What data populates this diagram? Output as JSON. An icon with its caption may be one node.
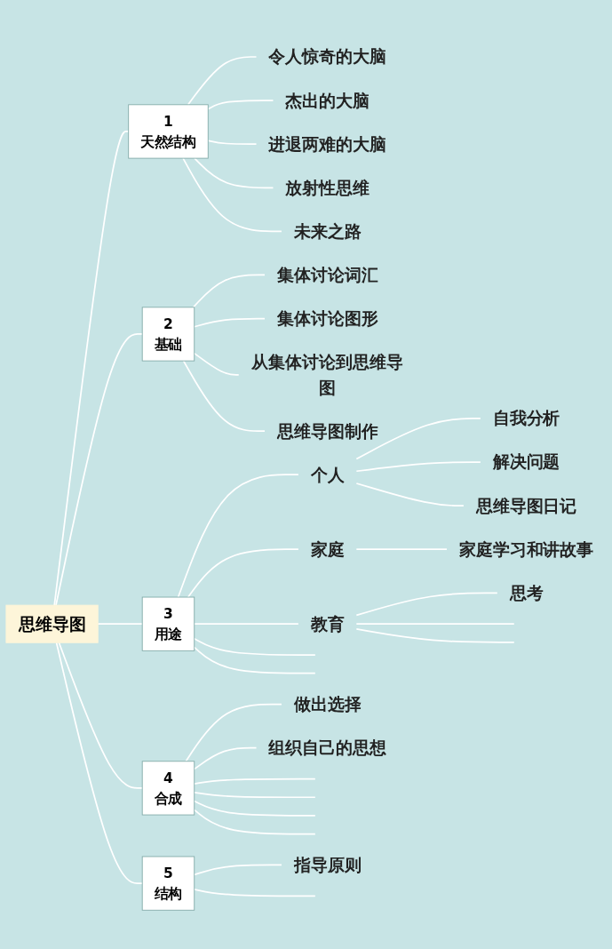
{
  "diagram": {
    "nodes": [
      {
        "text": [
          "思维导图"
        ]
      },
      {
        "text": [
          "1",
          "天然结构"
        ]
      },
      {
        "text": [
          "令人惊奇的大脑"
        ]
      },
      {
        "text": [
          "杰出的大脑"
        ]
      },
      {
        "text": [
          "进退两难的大脑"
        ]
      },
      {
        "text": [
          "放射性思维"
        ]
      },
      {
        "text": [
          "未来之路"
        ]
      },
      {
        "text": [
          "2",
          "基础"
        ]
      },
      {
        "text": [
          "集体讨论词汇"
        ]
      },
      {
        "text": [
          "集体讨论图形"
        ]
      },
      {
        "text": [
          "从集体讨论到思维导图"
        ]
      },
      {
        "text": [
          "思维导图制作"
        ]
      },
      {
        "text": [
          "3",
          "用途"
        ]
      },
      {
        "text": [
          "个人"
        ]
      },
      {
        "text": [
          "自我分析"
        ]
      },
      {
        "text": [
          "解决问题"
        ]
      },
      {
        "text": [
          "思维导图日记"
        ]
      },
      {
        "text": [
          "家庭"
        ]
      },
      {
        "text": [
          "家庭学习和讲故事"
        ]
      },
      {
        "text": [
          "教育"
        ]
      },
      {
        "text": [
          "思考"
        ]
      },
      {
        "text": [
          "4",
          "合成"
        ]
      },
      {
        "text": [
          "做出选择"
        ]
      },
      {
        "text": [
          "组织自己的思想"
        ]
      },
      {
        "text": [
          "5",
          "结构"
        ]
      },
      {
        "text": [
          "指导原则"
        ]
      }
    ],
    "edges": [
      {
        "from": 0,
        "to": 1,
        "arrow": "none"
      },
      {
        "from": 1,
        "to": 2,
        "arrow": "none"
      },
      {
        "from": 1,
        "to": 3,
        "arrow": "none"
      },
      {
        "from": 1,
        "to": 4,
        "arrow": "none"
      },
      {
        "from": 1,
        "to": 5,
        "arrow": "none"
      },
      {
        "from": 1,
        "to": 6,
        "arrow": "none"
      },
      {
        "from": 0,
        "to": 7,
        "arrow": "none"
      },
      {
        "from": 7,
        "to": 8,
        "arrow": "none"
      },
      {
        "from": 7,
        "to": 9,
        "arrow": "none"
      },
      {
        "from": 7,
        "to": 10,
        "arrow": "none"
      },
      {
        "from": 7,
        "to": 11,
        "arrow": "none"
      },
      {
        "from": 0,
        "to": 12,
        "arrow": "none"
      },
      {
        "from": 12,
        "to": 13,
        "arrow": "none"
      },
      {
        "from": 13,
        "to": 14,
        "arrow": "none"
      },
      {
        "from": 13,
        "to": 15,
        "arrow": "none"
      },
      {
        "from": 13,
        "to": 16,
        "arrow": "none"
      },
      {
        "from": 12,
        "to": 17,
        "arrow": "none"
      },
      {
        "from": 17,
        "to": 18,
        "arrow": "none"
      },
      {
        "from": 12,
        "to": 19,
        "arrow": "none"
      },
      {
        "from": 19,
        "to": 20,
        "arrow": "none"
      },
      {
        "from": 19,
        "to": null,
        "arrow": "none"
      },
      {
        "from": 19,
        "to": null,
        "arrow": "none"
      },
      {
        "from": 12,
        "to": null,
        "arrow": "none"
      },
      {
        "from": 12,
        "to": null,
        "arrow": "none"
      },
      {
        "from": 0,
        "to": 21,
        "arrow": "none"
      },
      {
        "from": 21,
        "to": 22,
        "arrow": "none"
      },
      {
        "from": 21,
        "to": 23,
        "arrow": "none"
      },
      {
        "from": 21,
        "to": null,
        "arrow": "none"
      },
      {
        "from": 21,
        "to": null,
        "arrow": "none"
      },
      {
        "from": 21,
        "to": null,
        "arrow": "none"
      },
      {
        "from": 21,
        "to": null,
        "arrow": "none"
      },
      {
        "from": 0,
        "to": 24,
        "arrow": "none"
      },
      {
        "from": 24,
        "to": 25,
        "arrow": "none"
      },
      {
        "from": 24,
        "to": null,
        "arrow": "none"
      }
    ]
  }
}
